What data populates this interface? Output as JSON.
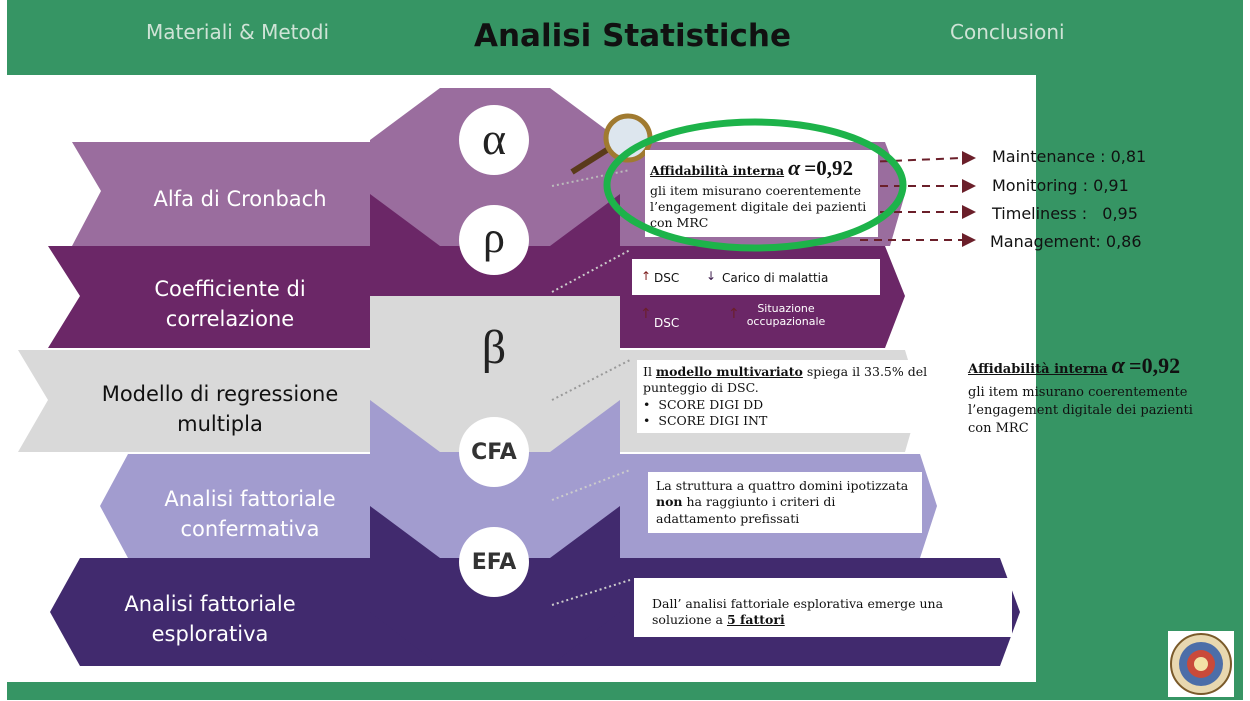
{
  "nav": {
    "left": "Materiali & Metodi",
    "center": "Analisi Statistiche",
    "right": "Conclusioni"
  },
  "rows": [
    {
      "label": "Alfa di Cronbach",
      "symbol": "α"
    },
    {
      "label_l1": "Coefficiente di",
      "label_l2": "correlazione",
      "symbol": "ρ"
    },
    {
      "label_l1": "Modello di regressione",
      "label_l2": "multipla",
      "symbol": "β"
    },
    {
      "label_l1": "Analisi fattoriale",
      "label_l2": "confermativa",
      "symbol": "CFA"
    },
    {
      "label_l1": "Analisi fattoriale",
      "label_l2": "esplorativa",
      "symbol": "EFA"
    }
  ],
  "box_alpha": {
    "title": "Affidabilità interna",
    "alpha_sym": "α",
    "alpha_val": "=0,92",
    "text": "gli item misurano coerentemente l’engagement digitale dei pazienti con MRC"
  },
  "right_values": [
    {
      "label": "Maintenance :",
      "value": "0,81"
    },
    {
      "label": "Monitoring :",
      "value": "0,91"
    },
    {
      "label": "Timeliness :",
      "value": "0,95"
    },
    {
      "label": "Management:",
      "value": "0,86"
    }
  ],
  "box_corr": {
    "a": "DSC",
    "b": "Carico di malattia",
    "c": "DSC",
    "d": "Situazione occupazionale"
  },
  "box_reg": {
    "pre": "Il",
    "bold": "modello multivariato",
    "post": "spiega il 33.5% del punteggio di DSC.",
    "bullets": [
      "SCORE DIGI DD",
      "SCORE DIGI INT"
    ]
  },
  "side_alpha": {
    "title": "Affidabilità interna",
    "alpha_sym": "α",
    "alpha_val": "=0,92",
    "text": "gli item misurano coerentemente l’engagement digitale dei pazienti con MRC"
  },
  "box_cfa": {
    "pre": "La struttura a quattro domini ipotizzata",
    "bold": "non",
    "post": "ha raggiunto i criteri di adattamento prefissati"
  },
  "box_efa": {
    "pre": "Dall’ analisi fattoriale esplorativa emerge una soluzione a",
    "bold": "5 fattori"
  },
  "colors": {
    "green": "#369564",
    "purple1": "#9a6d9e",
    "purple2": "#6b2767",
    "grey": "#d9d9d9",
    "lavender": "#a29ccf",
    "purple5": "#412a6e",
    "ring": "#1db34a"
  }
}
